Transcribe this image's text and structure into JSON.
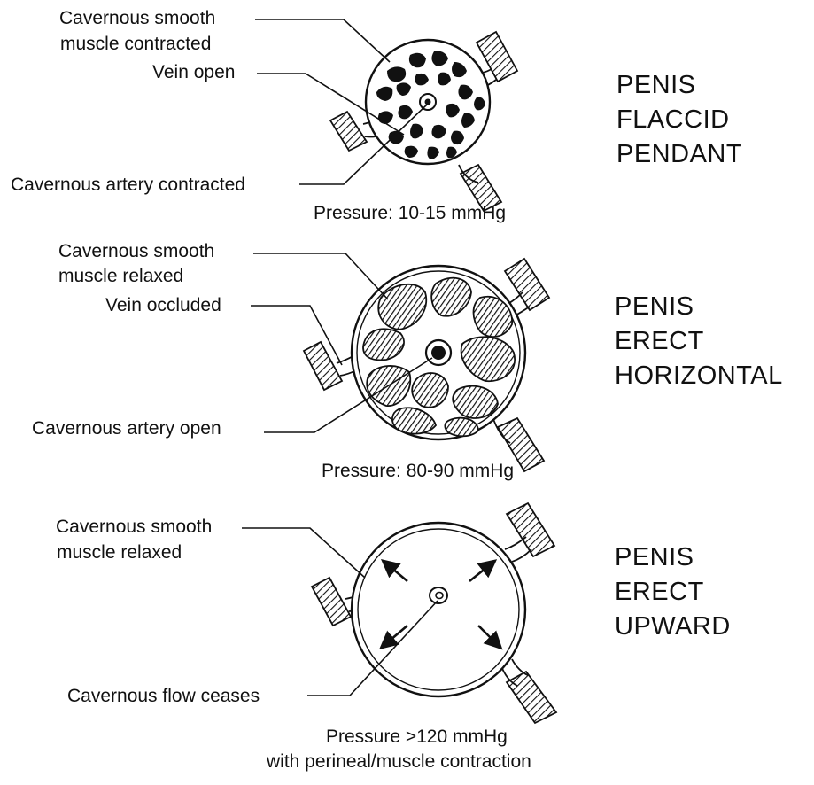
{
  "panels": [
    {
      "state": [
        "PENIS",
        "FLACCID",
        "PENDANT"
      ],
      "labels": {
        "muscle": [
          "Cavernous smooth",
          "muscle contracted"
        ],
        "vein": "Vein open",
        "artery": "Cavernous artery contracted"
      },
      "pressure": [
        "Pressure: 10-15 mmHg"
      ]
    },
    {
      "state": [
        "PENIS",
        "ERECT",
        "HORIZONTAL"
      ],
      "labels": {
        "muscle": [
          "Cavernous smooth",
          "muscle relaxed"
        ],
        "vein": "Vein occluded",
        "artery": "Cavernous artery open"
      },
      "pressure": [
        "Pressure: 80-90 mmHg"
      ]
    },
    {
      "state": [
        "PENIS",
        "ERECT",
        "UPWARD"
      ],
      "labels": {
        "muscle": [
          "Cavernous smooth",
          "muscle relaxed"
        ],
        "flow": "Cavernous flow ceases"
      },
      "pressure": [
        "Pressure >120 mmHg",
        "with perineal/muscle contraction"
      ]
    }
  ]
}
